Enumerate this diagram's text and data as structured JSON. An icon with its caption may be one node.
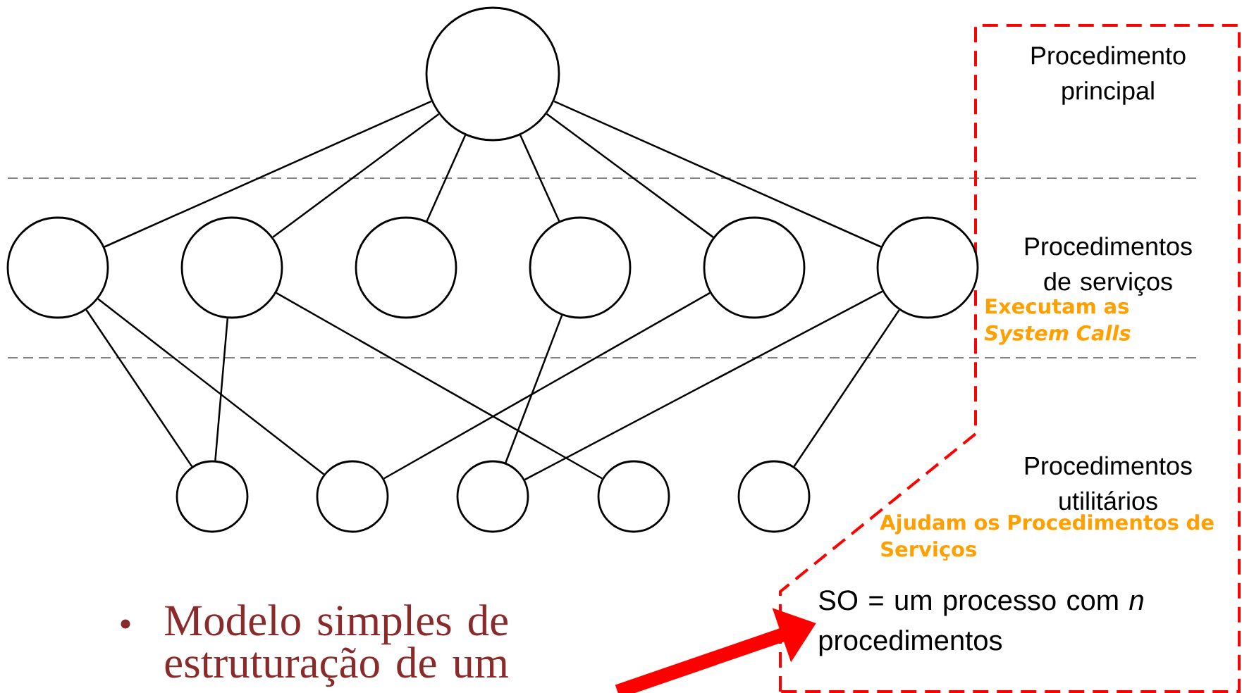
{
  "diagram": {
    "nodes": [
      {
        "text": [],
        "shape": "circle"
      },
      {
        "text": [],
        "shape": "circle"
      },
      {
        "text": [],
        "shape": "circle"
      },
      {
        "text": [],
        "shape": "circle"
      },
      {
        "text": [],
        "shape": "circle"
      },
      {
        "text": [],
        "shape": "circle"
      },
      {
        "text": [],
        "shape": "circle"
      },
      {
        "text": [],
        "shape": "circle"
      },
      {
        "text": [],
        "shape": "circle"
      },
      {
        "text": [],
        "shape": "circle"
      },
      {
        "text": [],
        "shape": "circle"
      },
      {
        "text": [],
        "shape": "circle"
      },
      {
        "text": [
          "SO = um processo com *n* procedimentos"
        ]
      }
    ],
    "edges": [
      {
        "from": 0,
        "to": 1,
        "arrow": "none"
      },
      {
        "from": 0,
        "to": 2,
        "arrow": "none"
      },
      {
        "from": 0,
        "to": 3,
        "arrow": "none"
      },
      {
        "from": 0,
        "to": 4,
        "arrow": "none"
      },
      {
        "from": 0,
        "to": 5,
        "arrow": "none"
      },
      {
        "from": 0,
        "to": 6,
        "arrow": "none"
      },
      {
        "from": 1,
        "to": 7,
        "arrow": "none"
      },
      {
        "from": 1,
        "to": 8,
        "arrow": "none"
      },
      {
        "from": 2,
        "to": 7,
        "arrow": "none"
      },
      {
        "from": 2,
        "to": 10,
        "arrow": "none"
      },
      {
        "from": 4,
        "to": 9,
        "arrow": "none"
      },
      {
        "from": 5,
        "to": 8,
        "arrow": "none"
      },
      {
        "from": 6,
        "to": 9,
        "arrow": "none"
      },
      {
        "from": 6,
        "to": 11,
        "arrow": "none"
      },
      {
        "from": null,
        "to": 12,
        "arrow": "to",
        "style": "thick",
        "color": "#ff0000"
      }
    ],
    "labels": [
      "Procedimento principal",
      "Procedimentos de serviços",
      "Executam as *System Calls*",
      "Procedimentos utilitários",
      "Ajudam os Procedimentos de Serviços",
      "Modelo simples de estruturação de um"
    ]
  }
}
